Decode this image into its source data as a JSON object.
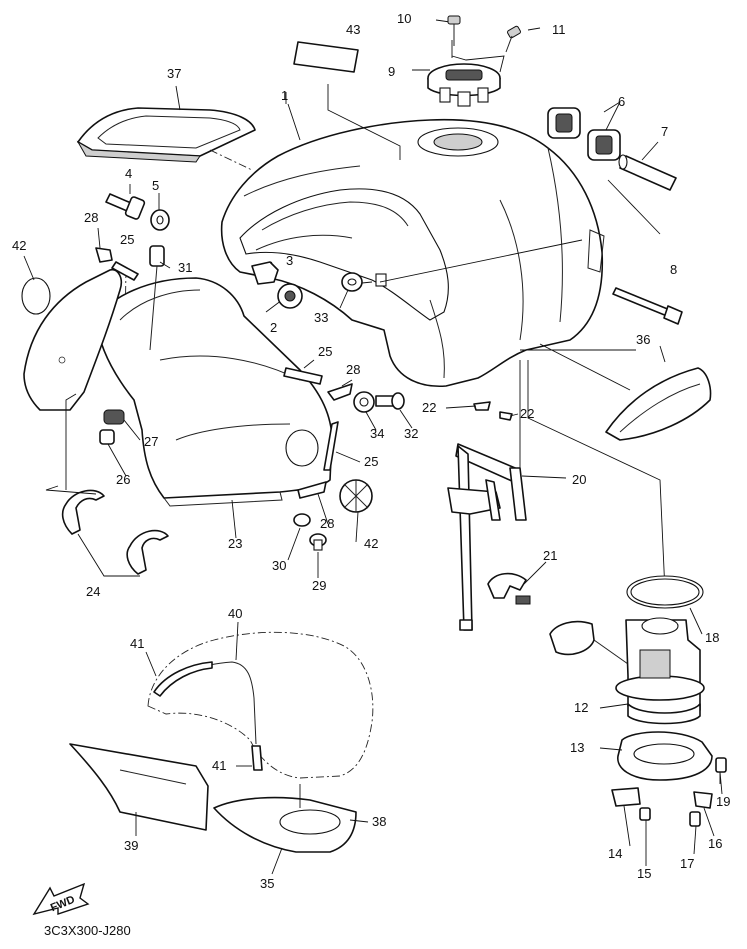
{
  "diagram": {
    "reference_code": "3C3X300-J280",
    "fwd_label": "FWD",
    "callouts": {
      "c1": "1",
      "c2": "2",
      "c3": "3",
      "c4": "4",
      "c5": "5",
      "c6": "6",
      "c7": "7",
      "c8": "8",
      "c9": "9",
      "c10": "10",
      "c11": "11",
      "c12": "12",
      "c13": "13",
      "c14": "14",
      "c15": "15",
      "c16": "16",
      "c17": "17",
      "c18": "18",
      "c19": "19",
      "c20": "20",
      "c21": "21",
      "c22": "22",
      "c23": "23",
      "c24": "24",
      "c25": "25",
      "c26": "26",
      "c27": "27",
      "c28": "28",
      "c29": "29",
      "c30": "30",
      "c31": "31",
      "c32": "32",
      "c33": "33",
      "c34": "34",
      "c35": "35",
      "c36": "36",
      "c37": "37",
      "c38": "38",
      "c39": "39",
      "c40": "40",
      "c41": "41",
      "c42": "42",
      "c43": "43"
    }
  }
}
